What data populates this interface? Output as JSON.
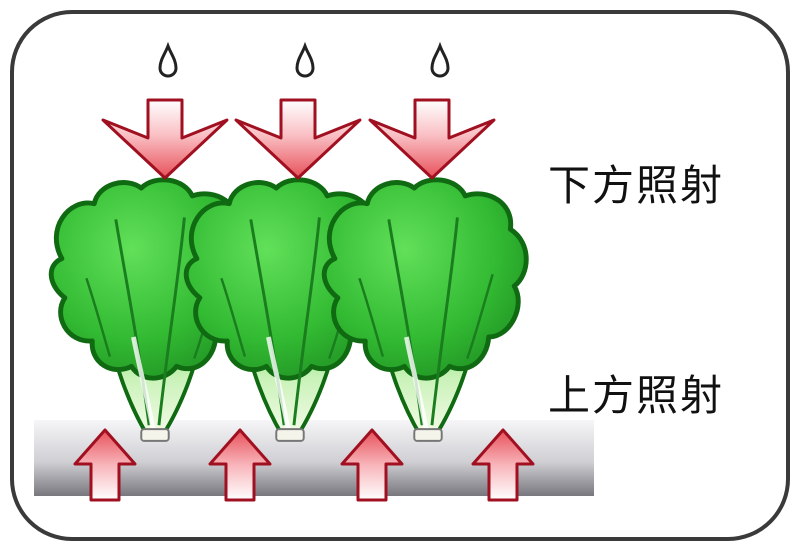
{
  "labels": {
    "down_irradiation": "下方照射",
    "up_irradiation": "上方照射"
  },
  "items": {
    "cabbage_count": 3,
    "droplet_count": 3,
    "down_arrow_count": 3,
    "up_arrow_count": 4
  },
  "colors": {
    "frame_border": "#3a3a3a",
    "arrow_fill_top": "#ffffff",
    "arrow_fill_bottom": "#e8505a",
    "arrow_stroke": "#a01020",
    "leaf_green": "#36c236",
    "leaf_dark": "#0f6a12",
    "base_light": "#f4f4f6",
    "base_dark": "#7a7a80"
  }
}
